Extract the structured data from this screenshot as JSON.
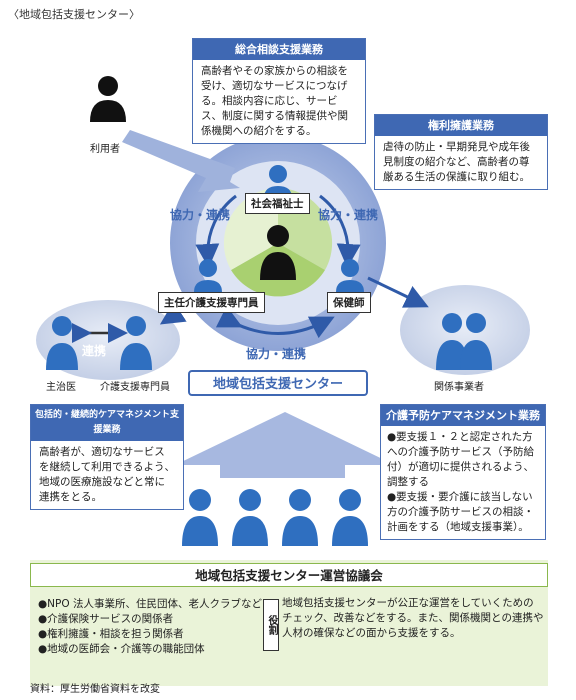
{
  "header": {
    "label": "〈地域包括支援センター〉"
  },
  "panels": {
    "sougou": {
      "title": "総合相談支援業務",
      "body": "高齢者やその家族からの相談を受け、適切なサービスにつなげる。相談内容に応じ、サービス、制度に関する情報提供や関係機関への紹介をする。"
    },
    "kenri": {
      "title": "権利擁護業務",
      "body": "虐待の防止・早期発見や成年後見制度の紹介など、高齢者の尊厳ある生活の保護に取り組む。"
    },
    "houkatsu": {
      "title": "包括的・継続的ケアマネジメント支援業務",
      "body": "高齢者が、適切なサービスを継続して利用できるよう、地域の医療施設などと常に連携をとる。"
    },
    "yobou": {
      "title": "介護予防ケアマネジメント業務",
      "items": [
        "●要支援１・２と認定された方への介護予防サービス（予防給付）が適切に提供されるよう、調整する",
        "●要支援・要介護に該当しない方の介護予防サービスの相談・計画をする（地域支援事業）。"
      ]
    }
  },
  "roles": {
    "shakai": "社会福祉士",
    "shunin": "主任介護支援専門員",
    "hoken": "保健師"
  },
  "labels": {
    "user": "利用者",
    "kyoryoku_left": "協力・連携",
    "kyoryoku_right": "協力・連携",
    "kyoryoku_bottom": "協力・連携",
    "renkei": "連携",
    "shujii": "主治医",
    "care_manager": "介護支援専門員",
    "kankei": "関係事業者",
    "center": "地域包括支援センター"
  },
  "council": {
    "title": "地域包括支援センター運営協議会",
    "items": [
      "●NPO 法人事業所、住民団体、老人クラブなど",
      "●介護保険サービスの関係者",
      "●権利擁護・相談を担う関係者",
      "●地域の医師会・介護等の職能団体"
    ],
    "yakuwari": "役割",
    "role_desc": "地域包括支援センターが公正な運営をしていくためのチェック、改善などをする。また、関係機関との連携や人材の確保などの面から支援をする。"
  },
  "footer": "資料：厚生労働省資料を改変",
  "colors": {
    "accent": "#3f68b3",
    "person": "#2f6fc0",
    "green": "#cfe6a8"
  }
}
